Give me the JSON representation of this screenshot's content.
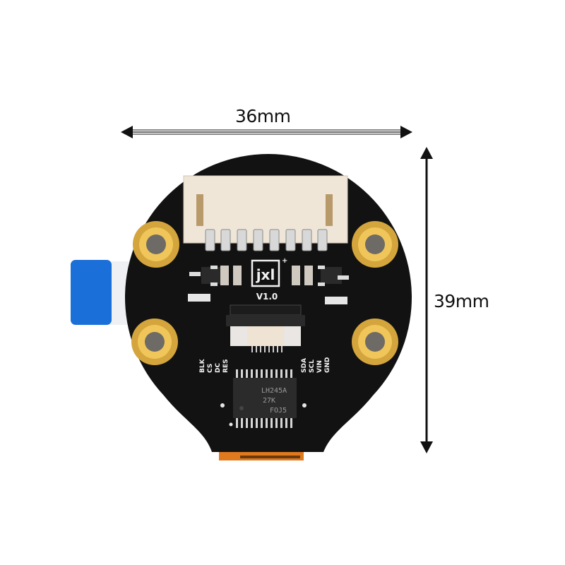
{
  "dimensions": {
    "width_label": "36mm",
    "height_label": "39mm"
  },
  "board": {
    "logo_text": "jxl",
    "version": "V1.0",
    "pins_left": [
      "BLK",
      "CS",
      "DC",
      "RES"
    ],
    "pins_right": [
      "SDA",
      "SCL",
      "VIN",
      "GND"
    ],
    "ic_markings": [
      "LH245A",
      "27K",
      "FOJ5"
    ],
    "colors": {
      "pcb": "#121212",
      "gold": "#d4a53c",
      "connector": "#efe6d8",
      "ribbon_tab": "#1a6fd8"
    }
  }
}
